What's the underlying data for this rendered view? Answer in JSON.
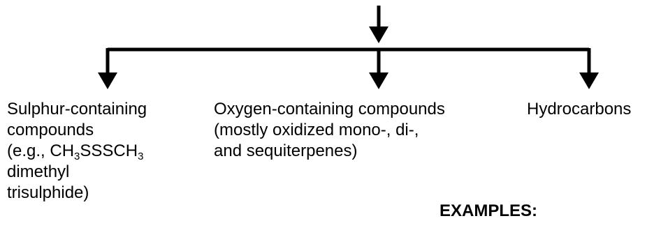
{
  "branches": [
    {
      "lines": [
        "Sulphur-containing",
        "compounds"
      ],
      "formula_prefix": "(e.g., CH",
      "formula_sub1": "3",
      "formula_mid": "SSSCH",
      "formula_sub2": "3",
      "tail_lines": [
        "dimethyl",
        "trisulphide)"
      ]
    },
    {
      "lines": [
        "Oxygen-containing compounds",
        "(mostly oxidized mono-, di-,",
        "and sequiterpenes)"
      ]
    },
    {
      "lines": [
        "Hydrocarbons"
      ]
    }
  ],
  "examples_label": "EXAMPLES:",
  "colors": {
    "ink": "#000000",
    "background": "#ffffff"
  }
}
